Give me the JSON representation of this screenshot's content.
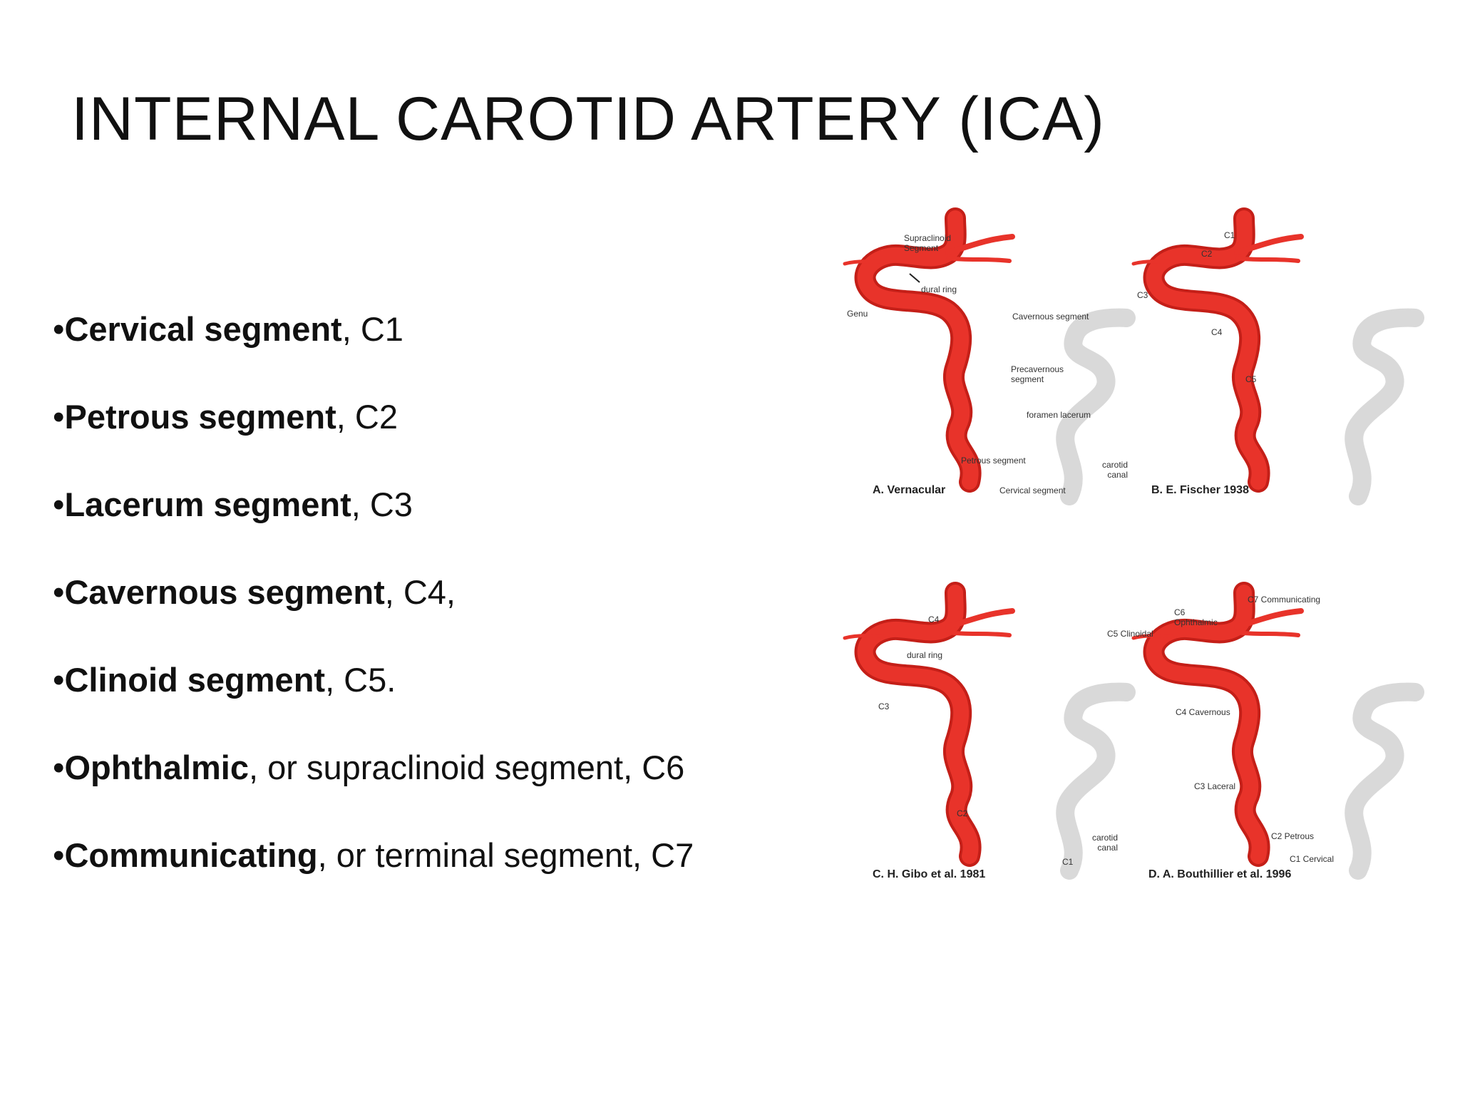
{
  "title": "INTERNAL CAROTID ARTERY (ICA)",
  "bullets": [
    {
      "bold": "Cervical segment",
      "rest": ", C1"
    },
    {
      "bold": "Petrous segment",
      "rest": ", C2"
    },
    {
      "bold": "Lacerum segment",
      "rest": ", C3"
    },
    {
      "bold": "Cavernous segment",
      "rest": ", C4,"
    },
    {
      "bold": "Clinoid segment",
      "rest": ", C5."
    },
    {
      "bold": "Ophthalmic",
      "rest": ", or supraclinoid segment, C6"
    },
    {
      "bold": "Communicating",
      "rest": ", or terminal segment, C7"
    }
  ],
  "figure": {
    "colors": {
      "artery": "#e8332a",
      "artery_dark": "#c41f18",
      "shadow": "#d9d9d9"
    },
    "panels": {
      "a": {
        "caption": "A. Vernacular",
        "labels": {
          "supraclinoid": "Supraclinoid",
          "supraclinoid2": "Segment",
          "dural_ring": "dural ring",
          "genu": "Genu",
          "cavernous": "Cavernous segment",
          "precavernous": "Precavernous",
          "precavernous2": "segment",
          "foramen": "foramen lacerum",
          "petrous": "Petrous segment",
          "carotid": "carotid",
          "canal": "canal",
          "cervical": "Cervical segment"
        }
      },
      "b": {
        "caption": "B. E. Fischer 1938",
        "labels": {
          "c1": "C1",
          "c2": "C2",
          "c3": "C3",
          "c4": "C4",
          "c5": "C5"
        }
      },
      "c": {
        "caption": "C. H. Gibo et al. 1981",
        "labels": {
          "c4": "C4",
          "dural_ring": "dural ring",
          "c3": "C3",
          "c2": "C2",
          "carotid": "carotid",
          "canal": "canal",
          "c1": "C1"
        }
      },
      "d": {
        "caption": "D. A. Bouthillier et al. 1996",
        "labels": {
          "c7": "C7 Communicating",
          "c6a": "C6",
          "c6b": "Ophthalmic",
          "c5": "C5 Clinoidal",
          "c4": "C4 Cavernous",
          "c3": "C3 Laceral",
          "c2": "C2 Petrous",
          "c1": "C1 Cervical"
        }
      }
    }
  }
}
